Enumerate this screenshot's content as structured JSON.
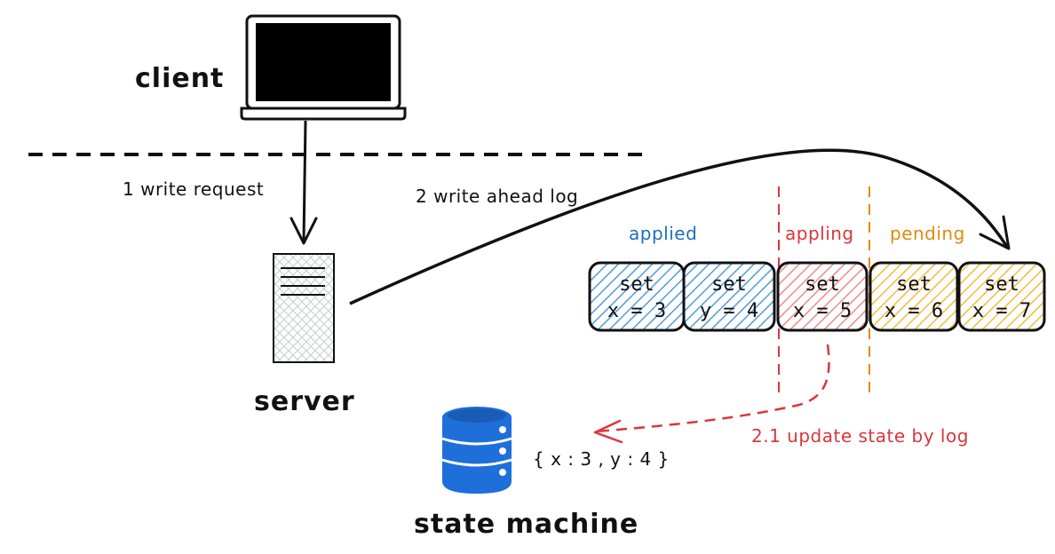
{
  "labels": {
    "client": "client",
    "server": "server",
    "state_machine": "state machine",
    "write_request": "1 write request",
    "write_ahead_log": "2 write ahead log",
    "update_state": "2.1 update state by log",
    "state": "{ x : 3 , y : 4 }"
  },
  "groups": {
    "applied": "applied",
    "applying": "appling",
    "pending": "pending"
  },
  "log_entries": [
    {
      "cmd": "set",
      "expr": "x = 3",
      "status": "applied"
    },
    {
      "cmd": "set",
      "expr": "y = 4",
      "status": "applied"
    },
    {
      "cmd": "set",
      "expr": "x = 5",
      "status": "applying"
    },
    {
      "cmd": "set",
      "expr": "x = 6",
      "status": "pending"
    },
    {
      "cmd": "set",
      "expr": "x = 7",
      "status": "pending"
    }
  ],
  "colors": {
    "applied": "#4f9ddb",
    "applying": "#e86a6a",
    "pending": "#f0b429",
    "database": "#1e6fd9",
    "red_arrow": "#d9373b",
    "orange_divider": "#e08a0c"
  },
  "icons": [
    "laptop-icon",
    "server-icon",
    "database-icon"
  ]
}
